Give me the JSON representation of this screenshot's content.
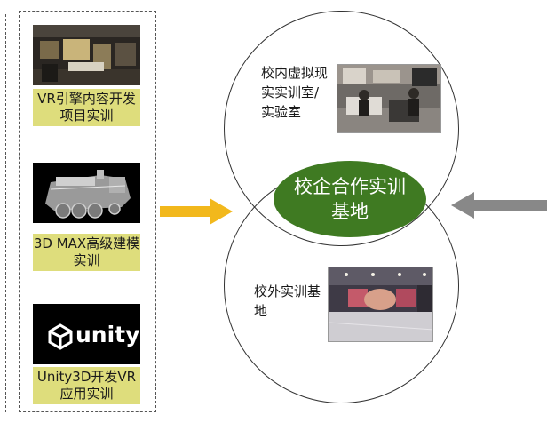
{
  "left_panel": {
    "cards": [
      {
        "label": "VR引擎内容开发项目实训",
        "image": "vr-exhibition-photo"
      },
      {
        "label": "3D MAX高级建模实训",
        "image": "locomotive-model-render"
      },
      {
        "label": "Unity3D开发VR应用实训",
        "image": "unity-logo",
        "logo_text": "unity"
      }
    ]
  },
  "circles": {
    "top": {
      "label": "校内虚拟现实实训室/实验室",
      "photo": "vr-lab-photo"
    },
    "bottom": {
      "label": "校外实训基地",
      "photo": "offsite-hall-photo"
    },
    "center": {
      "label": "校企合作实训基地"
    }
  },
  "colors": {
    "label_bg": "#dedd7c",
    "center_fill": "#3f7a22",
    "arrow_left": "#f2b81c",
    "arrow_right": "#888888"
  }
}
